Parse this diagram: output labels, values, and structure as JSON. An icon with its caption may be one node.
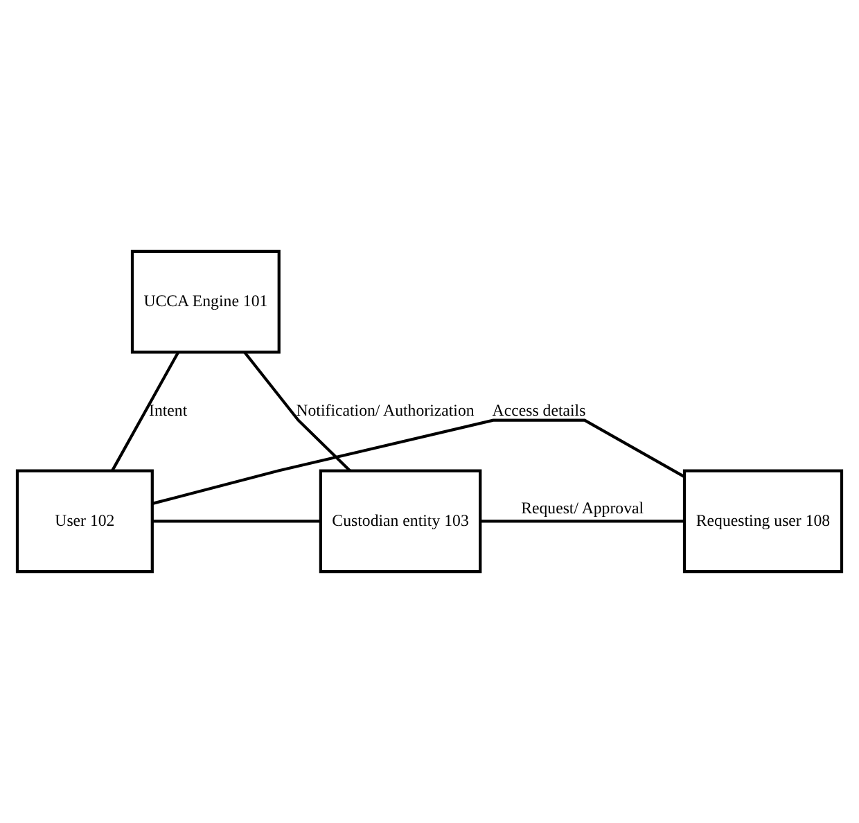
{
  "diagram": {
    "nodes": [
      {
        "text": [
          "UCCA Engine 101"
        ]
      },
      {
        "text": [
          "User 102"
        ]
      },
      {
        "text": [
          "Custodian entity 103"
        ]
      },
      {
        "text": [
          "Requesting user 108"
        ]
      }
    ],
    "edges": [
      {
        "from": 1,
        "to": 0,
        "arrow": "none",
        "label": "Intent"
      },
      {
        "from": 0,
        "to": 2,
        "arrow": "none",
        "label": "Notification/ Authorization"
      },
      {
        "from": 1,
        "to": 2,
        "arrow": "none"
      },
      {
        "from": 2,
        "to": 3,
        "arrow": "none",
        "label": "Request/ Approval"
      },
      {
        "from": 1,
        "to": 3,
        "arrow": "none",
        "label": "Access details"
      }
    ]
  }
}
